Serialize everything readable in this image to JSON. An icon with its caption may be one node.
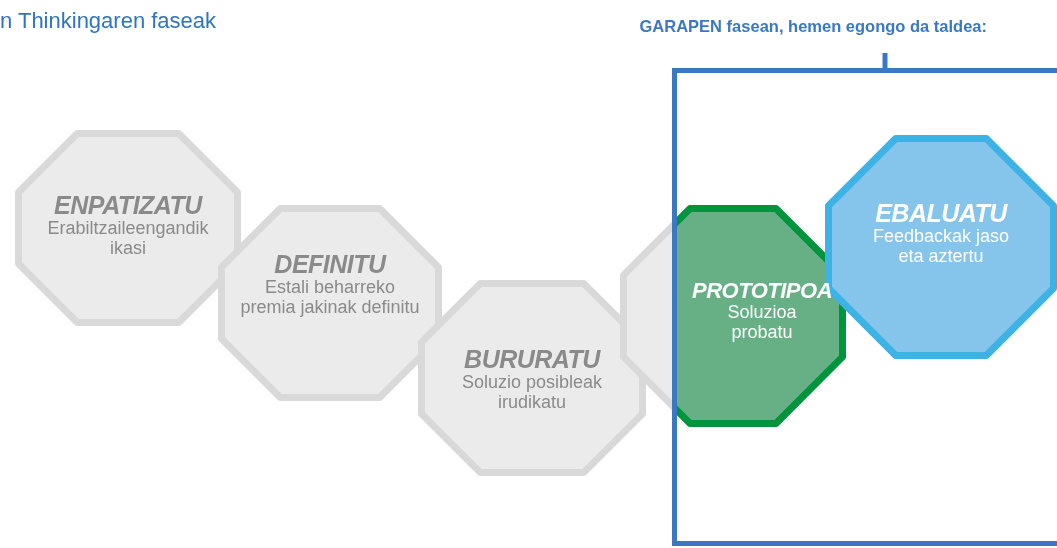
{
  "diagram": {
    "title": "n Thinkingaren faseak",
    "nodes": [
      {
        "text": [
          "ENPATIZATU",
          "Erabiltzaileengandik ikasi"
        ]
      },
      {
        "text": [
          "DEFINITU",
          "Estali beharreko premia jakinak definitu"
        ]
      },
      {
        "text": [
          "BURURATU",
          "Soluzio posibleak irudikatu"
        ]
      },
      {
        "text": [
          "PROTOTIPOA",
          "Soluzioa probatu"
        ]
      },
      {
        "text": [
          "GARAPEN fasean, hemen egongo da taldea:"
        ]
      },
      {
        "text": [
          "EBALUATU",
          "Feedbackak jaso eta aztertu"
        ],
        "in": 4
      }
    ]
  }
}
